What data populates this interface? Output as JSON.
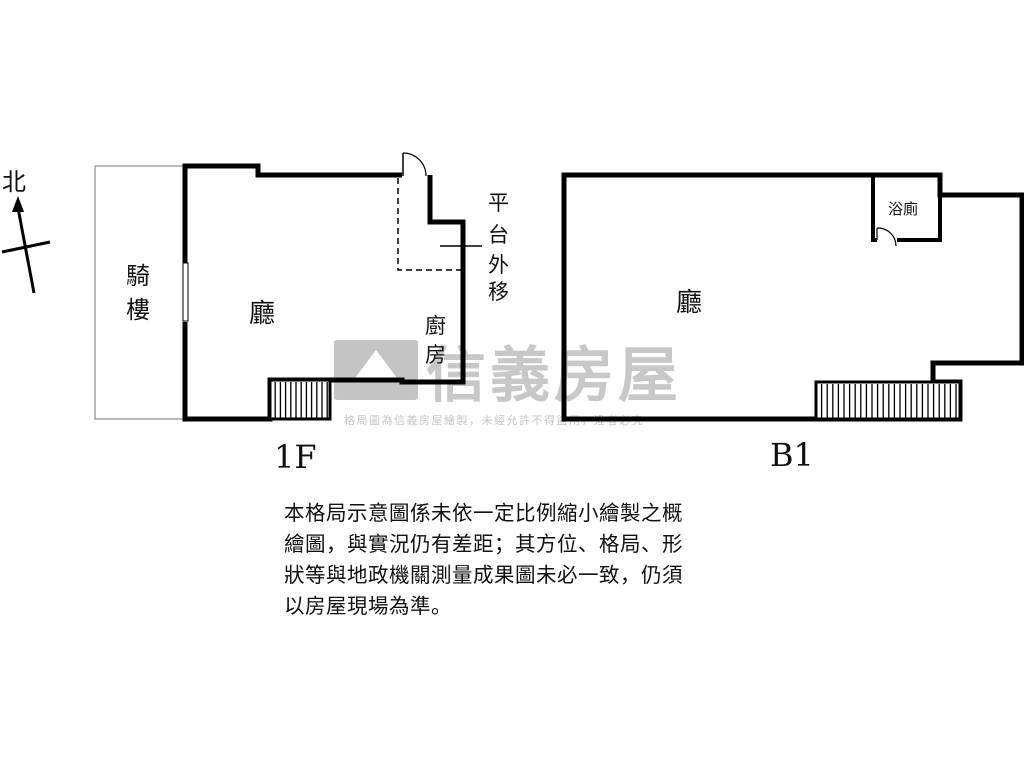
{
  "compass": {
    "north_label": "北"
  },
  "floor_1f": {
    "label": "1F",
    "arcade_label": [
      "騎",
      "樓"
    ],
    "living_room_label": "廳",
    "kitchen_label": [
      "廚",
      "房"
    ],
    "platform_note": [
      "平",
      "台",
      "外",
      "移"
    ]
  },
  "floor_b1": {
    "label": "B1",
    "living_room_label": "廳",
    "bathroom_label": "浴廁"
  },
  "watermark": {
    "brand": "信義房屋",
    "caption": "格局圖為信義房屋繪製，未經允許不得盜用，違者必究"
  },
  "disclaimer_lines": [
    "本格局示意圖係未依一定比例縮小繪製之概",
    "繪圖，與實況仍有差距；其方位、格局、形",
    "狀等與地政機關測量成果圖未必一致，仍須",
    "以房屋現場為準。"
  ],
  "colors": {
    "wall": "#000000",
    "watermark": "#b9b9b9"
  }
}
